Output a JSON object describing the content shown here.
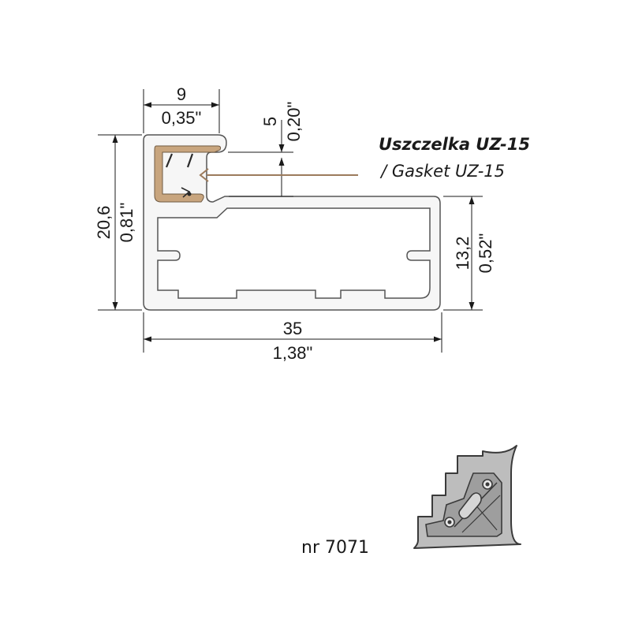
{
  "dimensions": {
    "top_width": {
      "mm": "9",
      "inch": "0,35\""
    },
    "gasket_depth": {
      "mm": "5",
      "inch": "0,20\""
    },
    "total_height": {
      "mm": "20,6",
      "inch": "0,81\""
    },
    "body_height": {
      "mm": "13,2",
      "inch": "0,52\""
    },
    "total_width": {
      "mm": "35",
      "inch": "1,38\""
    }
  },
  "gasket": {
    "label_pl": "Uszczelka UZ-15",
    "label_en": "/ Gasket UZ-15",
    "color": "#c8a57e",
    "leader_color": "#9c7b5c"
  },
  "part_number": "nr 7071",
  "colors": {
    "profile_fill": "#f6f6f6",
    "profile_stroke": "#555555",
    "corner_fill": "#bdbdbd"
  }
}
